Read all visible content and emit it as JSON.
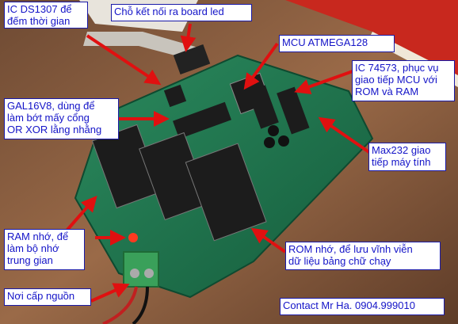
{
  "photo": {
    "subject": "pcb-board",
    "colors": {
      "pcb": "#1f7a52",
      "pcb_dark": "#125236",
      "table": "#8a5a3c",
      "chip": "#1c1c1c",
      "connector": "#3aa05a",
      "arrow": "#e01010",
      "label_text": "#1414c8",
      "label_border": "#1a1aa8"
    }
  },
  "annotations": {
    "ds1307": "IC DS1307 để\nđếm thời gian",
    "led_connector": "Chỗ kết nối ra board led",
    "mcu": "MCU ATMEGA128",
    "ic74573": "IC 74573, phục vụ\ngiao tiếp MCU với\nROM và RAM",
    "gal16v8": "GAL16V8, dùng để\nlàm bớt mấy cổng\nOR XOR lằng nhằng",
    "max232": "Max232 giao\ntiếp máy tính",
    "ram": "RAM nhớ, để\nlàm bộ nhớ\ntrung gian",
    "rom": "ROM nhớ, để lưu vĩnh viễn\ndữ liệu bảng chữ chạy",
    "power": "Nơi cấp nguồn",
    "contact": "Contact Mr Ha. 0904.999010"
  }
}
